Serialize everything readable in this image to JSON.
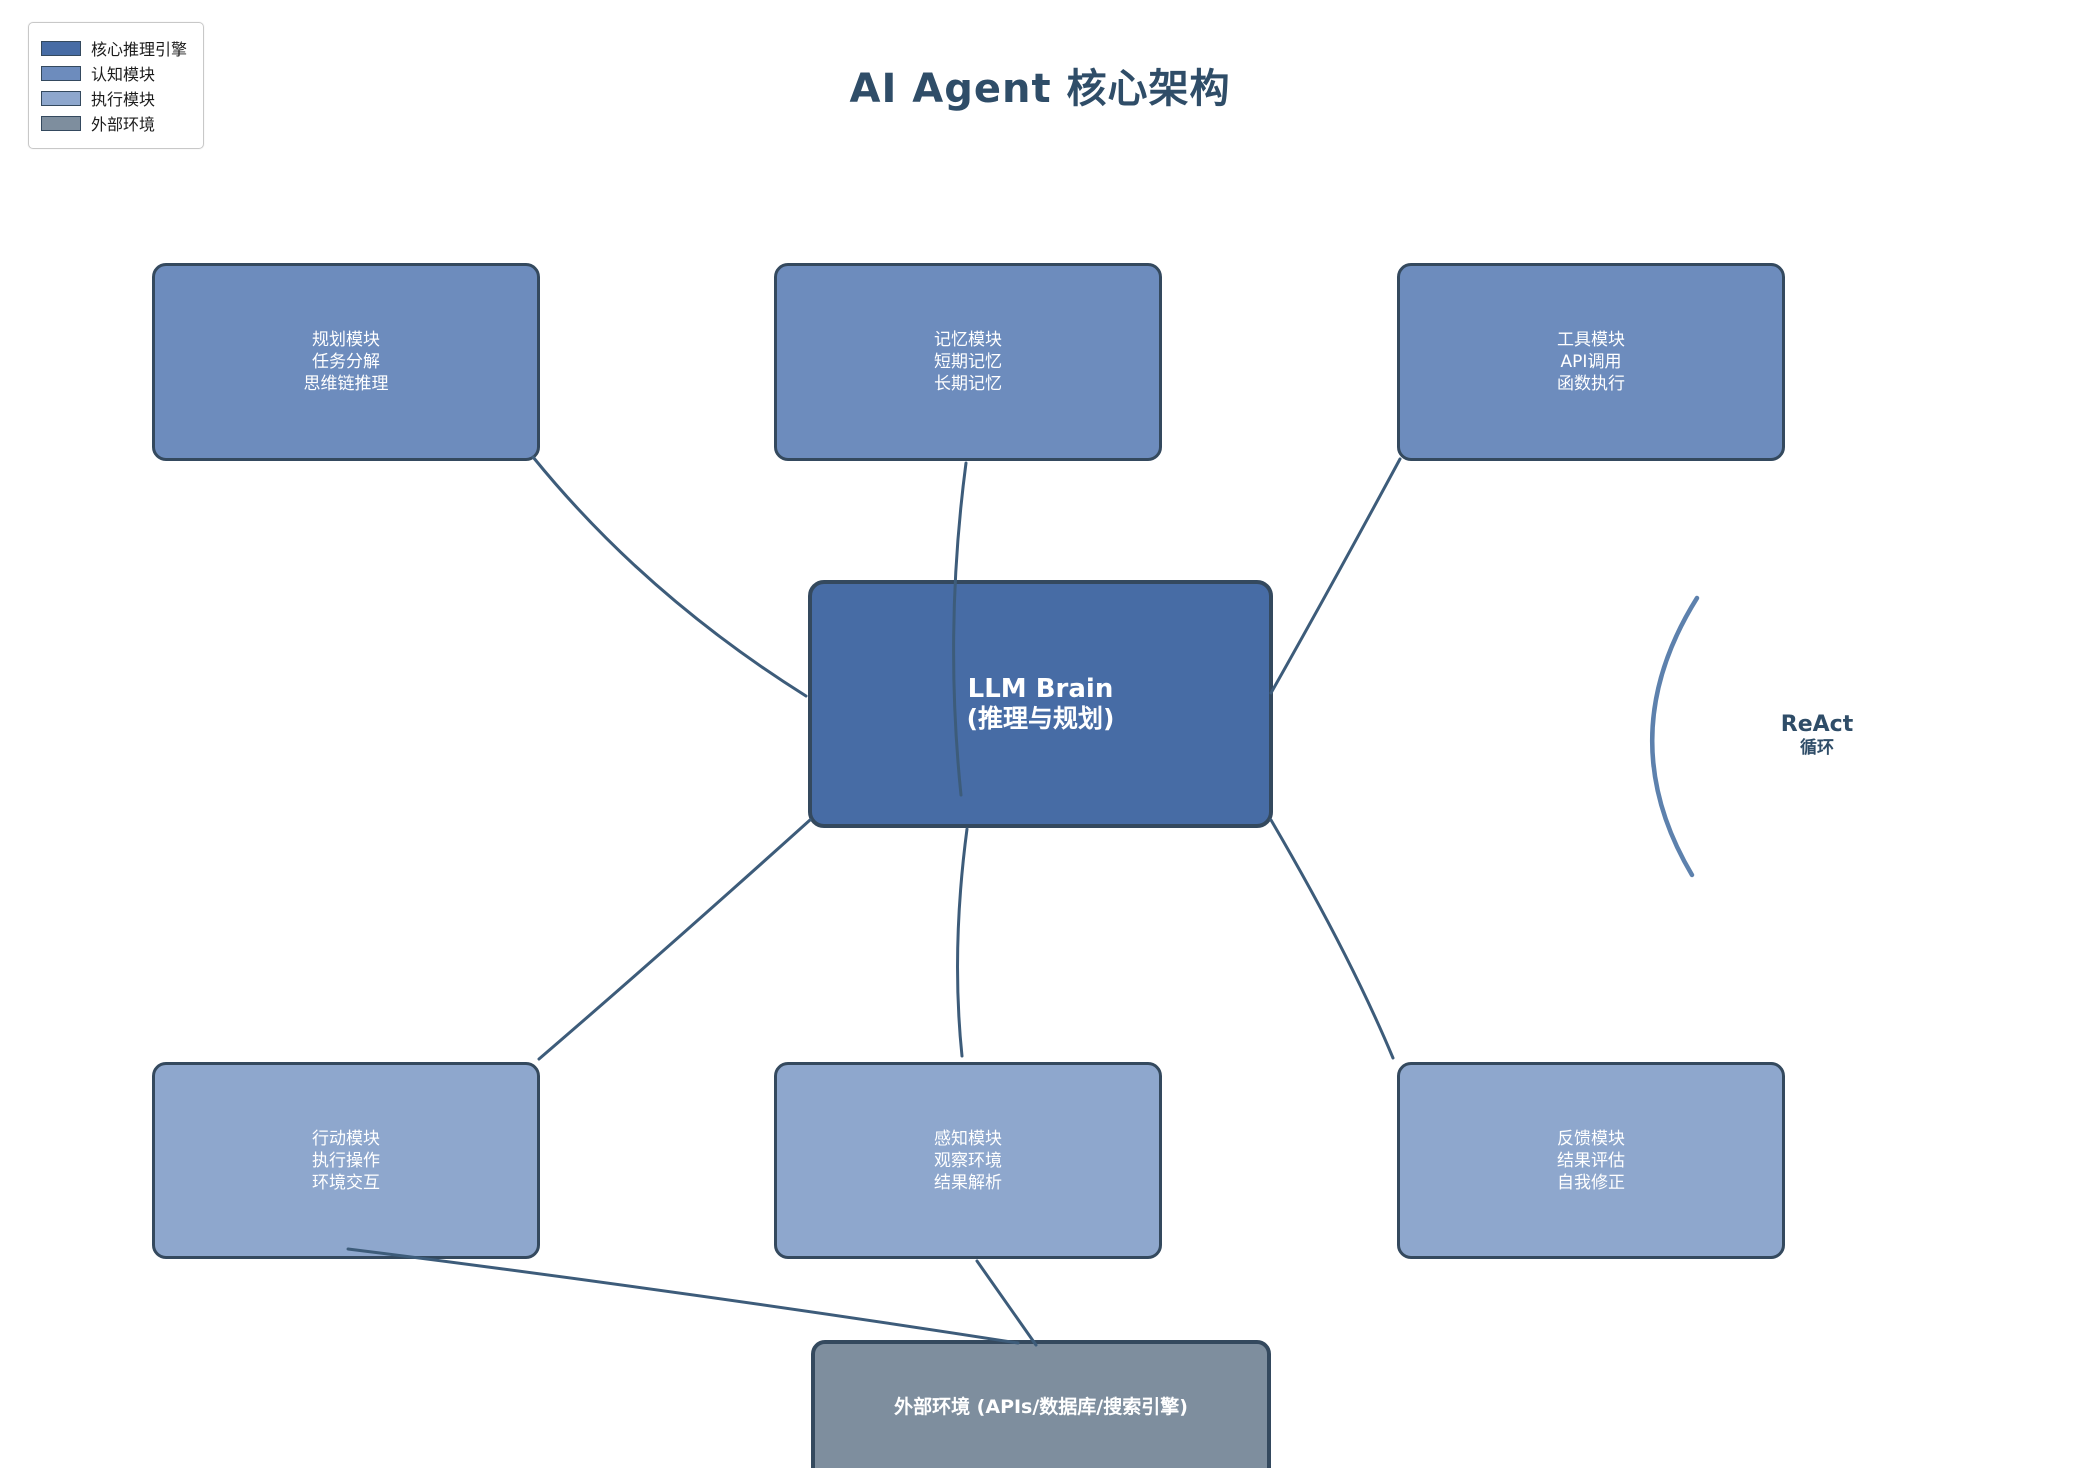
{
  "title": "AI Agent 核心架构",
  "legend": {
    "items": [
      {
        "label": "核心推理引擎",
        "color": "#476ca5"
      },
      {
        "label": "认知模块",
        "color": "#6d8cbd"
      },
      {
        "label": "执行模块",
        "color": "#8ea7cd"
      },
      {
        "label": "外部环境",
        "color": "#7e8e9e"
      }
    ]
  },
  "nodes": {
    "planning": {
      "lines": [
        "规划模块",
        "任务分解",
        "思维链推理"
      ],
      "fill": "#6d8cbd"
    },
    "memory": {
      "lines": [
        "记忆模块",
        "短期记忆",
        "长期记忆"
      ],
      "fill": "#6d8cbd"
    },
    "tools": {
      "lines": [
        "工具模块",
        "API调用",
        "函数执行"
      ],
      "fill": "#6d8cbd"
    },
    "llm": {
      "lines": [
        "LLM Brain",
        "(推理与规划)"
      ],
      "fill": "#476ca5"
    },
    "action": {
      "lines": [
        "行动模块",
        "执行操作",
        "环境交互"
      ],
      "fill": "#8ea7cd"
    },
    "perception": {
      "lines": [
        "感知模块",
        "观察环境",
        "结果解析"
      ],
      "fill": "#8ea7cd"
    },
    "feedback": {
      "lines": [
        "反馈模块",
        "结果评估",
        "自我修正"
      ],
      "fill": "#8ea7cd"
    },
    "environment": {
      "label": "外部环境 (APIs/数据库/搜索引擎)",
      "fill": "#7e8e9e"
    }
  },
  "react_loop": {
    "line1": "ReAct",
    "line2": "循环"
  },
  "edges": [
    {
      "from": "规划模块",
      "to": "LLM Brain"
    },
    {
      "from": "记忆模块",
      "to": "LLM Brain"
    },
    {
      "from": "工具模块",
      "to": "LLM Brain"
    },
    {
      "from": "LLM Brain",
      "to": "行动模块"
    },
    {
      "from": "LLM Brain",
      "to": "感知模块"
    },
    {
      "from": "LLM Brain",
      "to": "反馈模块"
    },
    {
      "from": "行动模块",
      "to": "外部环境"
    },
    {
      "from": "外部环境",
      "to": "感知模块"
    }
  ],
  "colors": {
    "box_border": "#34495e",
    "arrow": "#3d5c7a",
    "react_arrow": "#5d81ad",
    "title": "#2f4d68",
    "background": "#ffffff"
  }
}
